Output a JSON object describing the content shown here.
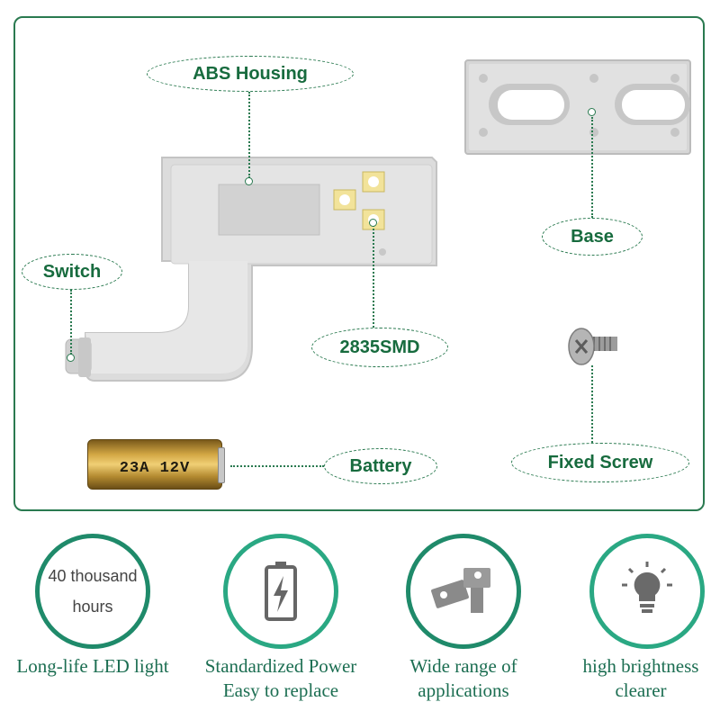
{
  "callouts": {
    "abs_housing": "ABS Housing",
    "base": "Base",
    "switch": "Switch",
    "smd": "2835SMD",
    "battery": "Battery",
    "fixed_screw": "Fixed Screw"
  },
  "battery_label": "23A 12V",
  "features": [
    {
      "ring_line1": "40 thousand",
      "ring_line2": "hours",
      "icon": "text",
      "caption_line1": "Long-life LED light",
      "caption_line2": ""
    },
    {
      "icon": "battery-charge-icon",
      "caption_line1": "Standardized Power",
      "caption_line2": "Easy to replace"
    },
    {
      "icon": "hinge-icon",
      "caption_line1": "Wide range of",
      "caption_line2": "applications"
    },
    {
      "icon": "lightbulb-icon",
      "caption_line1": "high brightness",
      "caption_line2": "clearer"
    }
  ],
  "colors": {
    "accent": "#2a7a50",
    "callout_text": "#176b3e",
    "ring": "#1f8a6a",
    "caption": "#1c6e52"
  }
}
